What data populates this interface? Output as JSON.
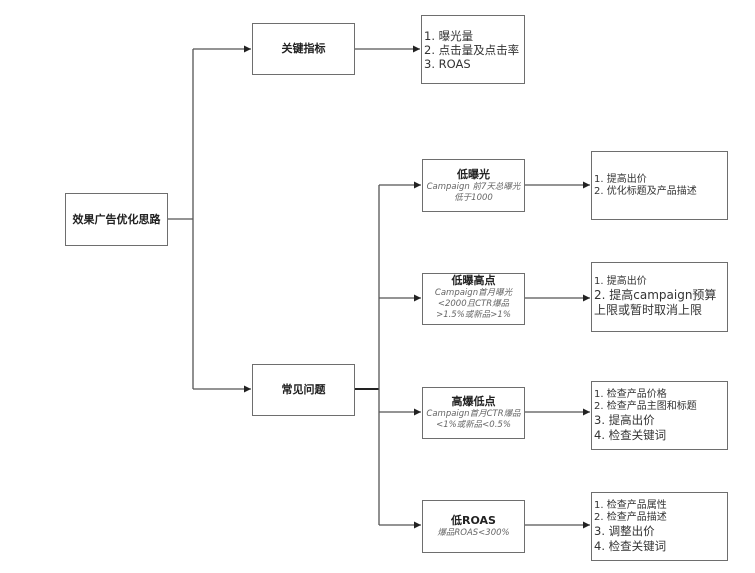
{
  "root": {
    "label": "效果广告优化思路"
  },
  "branches": [
    {
      "label": "关键指标",
      "detail": [
        "1. 曝光量",
        "2. 点击量及点击率",
        "3. ROAS"
      ]
    },
    {
      "label": "常见问题",
      "problems": [
        {
          "title": "低曝光",
          "condition": "Campaign 前7天总曝光低于1000",
          "actions": [
            "1. 提高出价",
            "2. 优化标题及产品描述"
          ]
        },
        {
          "title": "低曝高点",
          "condition": "Campaign首月曝光<2000且CTR爆品>1.5%或新品>1%",
          "actions": [
            "1. 提高出价",
            "2. 提高campaign预算",
            "上限或暂时取消上限"
          ]
        },
        {
          "title": "高爆低点",
          "condition": "Campaign首月CTR爆品<1%或新品<0.5%",
          "actions": [
            "1. 检查产品价格",
            "2. 检查产品主图和标题",
            "3. 提高出价",
            "4. 检查关键词"
          ]
        },
        {
          "title": "低ROAS",
          "condition": "爆品ROAS<300%",
          "actions": [
            "1. 检查产品属性",
            "2. 检查产品描述",
            "3. 调整出价",
            "4. 检查关键词"
          ]
        }
      ]
    }
  ],
  "colors": {
    "line": "#4a4a4a",
    "border": "#6e6e6e",
    "subtext": "#666666"
  }
}
